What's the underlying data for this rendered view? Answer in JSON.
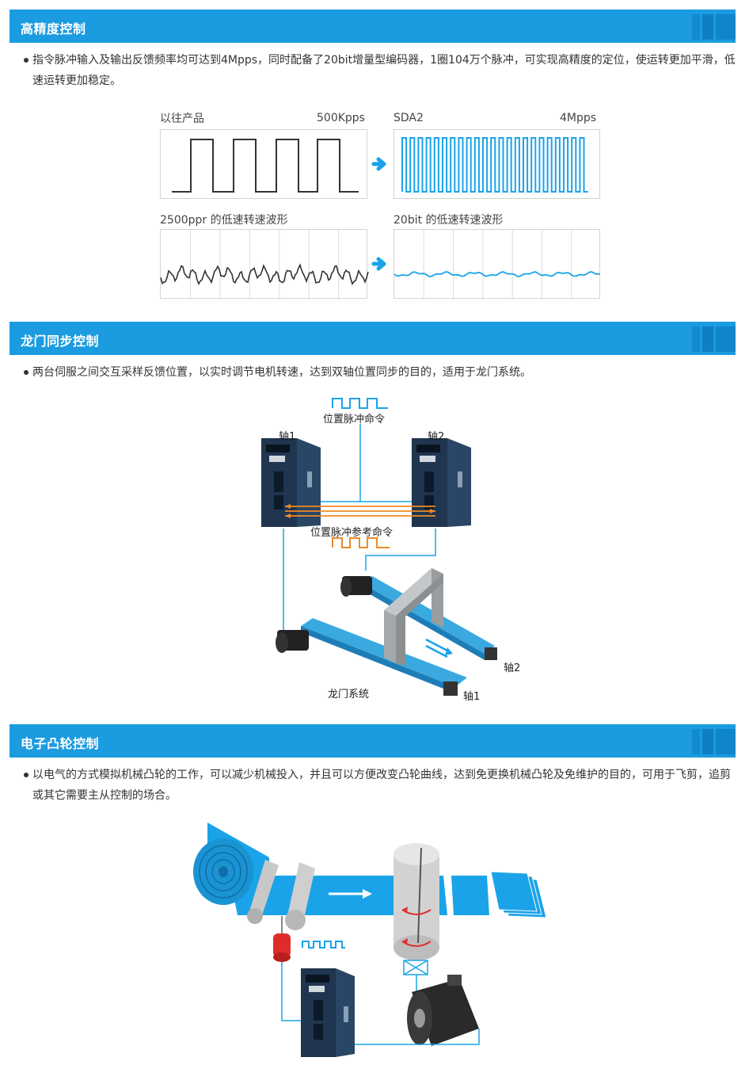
{
  "sections": [
    {
      "title": "高精度控制"
    },
    {
      "title": "龙门同步控制"
    },
    {
      "title": "电子凸轮控制"
    }
  ],
  "precision": {
    "desc": "指令脉冲输入及输出反馈频率均可达到4Mpps，同时配备了20bit增量型编码器，1圈104万个脉冲，可实现高精度的定位，使运转更加平滑，低速运转更加稳定。",
    "old_label": "以往产品",
    "old_rate": "500Kpps",
    "new_label": "SDA2",
    "new_rate": "4Mpps",
    "old_wave_label": "2500ppr 的低速转速波形",
    "new_wave_label": "20bit 的低速转速波形"
  },
  "gantry": {
    "desc": "两台伺服之间交互采样反馈位置，以实时调节电机转速，达到双轴位置同步的目的，适用于龙门系统。",
    "pulse_cmd": "位置脉冲命令",
    "axis1": "轴1",
    "axis2": "轴2",
    "pulse_ref": "位置脉冲参考命令",
    "system": "龙门系统",
    "axis2_bottom": "轴2",
    "axis1_bottom": "轴1"
  },
  "cam": {
    "desc": "以电气的方式模拟机械凸轮的工作，可以减少机械投入，并且可以方便改变凸轮曲线，达到免更换机械凸轮及免维护的目的，可用于飞剪，追剪或其它需要主从控制的场合。"
  },
  "colors": {
    "section_blue": "#1b9be0",
    "accent_blue": "#1aa3e8",
    "orange": "#f08a24",
    "drive_navy": "#1f3550"
  }
}
